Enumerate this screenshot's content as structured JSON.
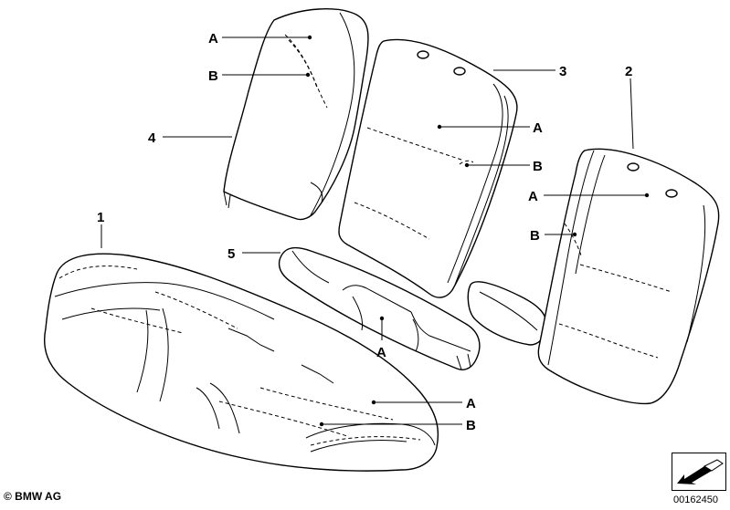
{
  "callouts": {
    "n1": "1",
    "n2": "2",
    "n3": "3",
    "n4": "4",
    "n5": "5",
    "a": "A",
    "b": "B"
  },
  "footer": {
    "copyright": "© BMW AG",
    "image_id": "00162450"
  },
  "icons": {
    "orientation": "view-direction-arrow-icon"
  }
}
